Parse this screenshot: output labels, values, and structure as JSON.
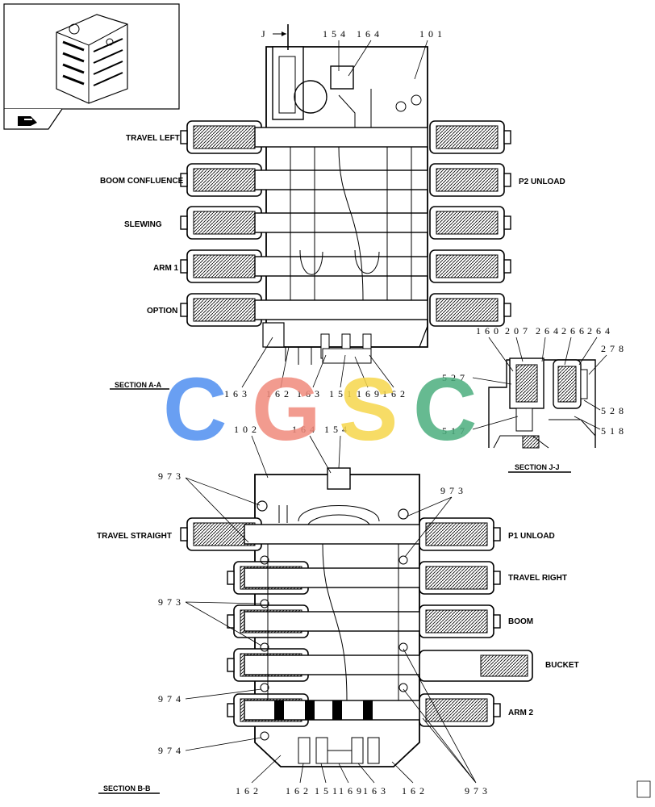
{
  "sections": {
    "aa": "SECTION  A-A",
    "bb": "SECTION  B-B",
    "jj": "SECTION  J-J"
  },
  "section_marker": "J",
  "watermark": {
    "letters": [
      "C",
      "G",
      "S",
      "C"
    ],
    "colors": [
      "#4f8ff0",
      "#f08a7c",
      "#f6d64c",
      "#4cae7e"
    ]
  },
  "top_view": {
    "left_labels": [
      "TRAVEL LEFT",
      "BOOM CONFLUENCE",
      "SLEWING",
      "ARM 1",
      "OPTION"
    ],
    "right_labels": [
      "P2 UNLOAD"
    ],
    "top_numbers": [
      "154",
      "164",
      "101"
    ],
    "bottom_numbers": [
      "163",
      "162",
      "163",
      "151",
      "169",
      "162"
    ]
  },
  "bottom_view": {
    "left_labels": [
      "TRAVEL STRAIGHT"
    ],
    "right_labels": [
      "P1 UNLOAD",
      "TRAVEL RIGHT",
      "BOOM",
      "BUCKET",
      "ARM 2"
    ],
    "top_numbers": [
      "102",
      "164",
      "154"
    ],
    "callouts": [
      "973",
      "973",
      "973",
      "974",
      "974",
      "973"
    ],
    "bottom_numbers": [
      "162",
      "162",
      "151",
      "169",
      "163",
      "162",
      "973"
    ]
  },
  "section_jj": {
    "top_numbers": [
      "160",
      "207",
      "264",
      "266",
      "264"
    ],
    "side_numbers": [
      "278",
      "527",
      "528",
      "517",
      "518"
    ]
  }
}
